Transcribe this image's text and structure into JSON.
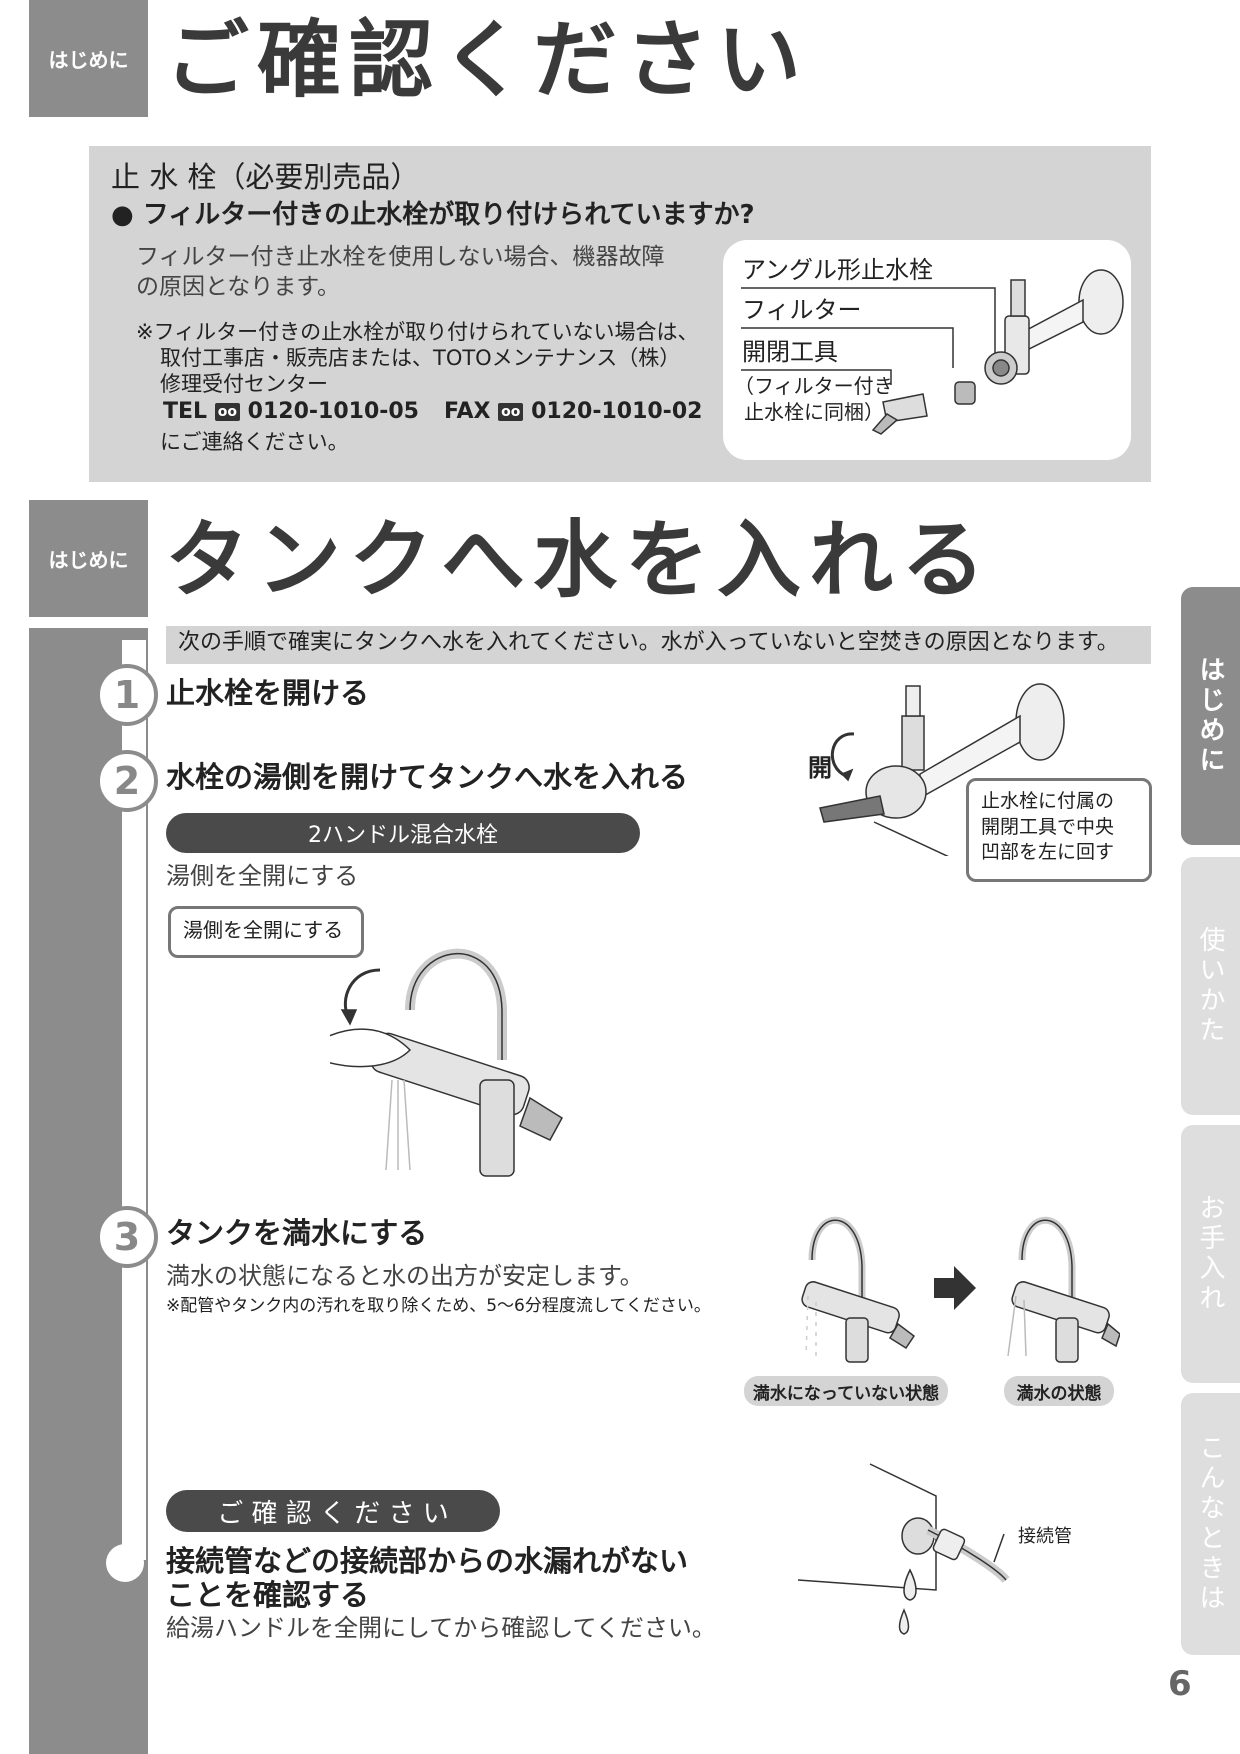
{
  "section1": {
    "tag": "はじめに",
    "title": "ご確認ください",
    "box": {
      "heading": "止 水 栓（必要別売品）",
      "question": "● フィルター付きの止水栓が取り付けられていますか?",
      "desc_line1": "フィルター付き止水栓を使用しない場合、機器故障",
      "desc_line2": "の原因となります。",
      "note_line1": "※フィルター付きの止水栓が取り付けられていない場合は、",
      "note_line2": "取付工事店・販売店または、TOTOメンテナンス（株）",
      "note_line3": "修理受付センター",
      "tel_label": "TEL",
      "tel_number": "0120-1010-05",
      "fax_label": "FAX",
      "fax_number": "0120-1010-02",
      "note_line5": "にご連絡ください。",
      "diagram_labels": {
        "angle_valve": "アングル形止水栓",
        "filter": "フィルター",
        "tool": "開閉工具",
        "tool_note_line1": "（フィルター付き",
        "tool_note_line2": "止水栓に同梱）"
      }
    }
  },
  "section2": {
    "tag": "はじめに",
    "title": "タンクへ水を入れる",
    "intro": "次の手順で確実にタンクへ水を入れてください。水が入っていないと空焚きの原因となります。",
    "steps": [
      {
        "num": "1",
        "title": "止水栓を開ける"
      },
      {
        "num": "2",
        "title": "水栓の湯側を開けてタンクへ水を入れる"
      },
      {
        "num": "3",
        "title": "タンクを満水にする"
      }
    ],
    "step1_open_label": "開",
    "step1_callout_line1": "止水栓に付属の",
    "step1_callout_line2": "開閉工具で中央",
    "step1_callout_line3": "凹部を左に回す",
    "step2_pill": "2ハンドル混合水栓",
    "step2_text": "湯側を全開にする",
    "step2_callout": "湯側を全開にする",
    "step3_text": "満水の状態になると水の出方が安定します。",
    "step3_note": "※配管やタンク内の汚れを取り除くため、5～6分程度流してください。",
    "step3_label_not_full": "満水になっていない状態",
    "step3_label_full": "満水の状態",
    "confirm_pill": "ご 確 認 く だ さ い",
    "confirm_title_line1": "接続管などの接続部からの水漏れがない",
    "confirm_title_line2": "ことを確認する",
    "confirm_text": "給湯ハンドルを全開にしてから確認してください。",
    "pipe_label": "接続管"
  },
  "side_tabs": [
    {
      "label": "はじめに",
      "active": true
    },
    {
      "label": "使いかた",
      "active": false
    },
    {
      "label": "お手入れ",
      "active": false
    },
    {
      "label": "こんなときは",
      "active": false
    }
  ],
  "page_number": "6",
  "colors": {
    "tag_gray": "#8c8c8c",
    "box_gray": "#d4d4d4",
    "pill_dark": "#4a4a4a",
    "tab_inactive": "#dedede"
  }
}
